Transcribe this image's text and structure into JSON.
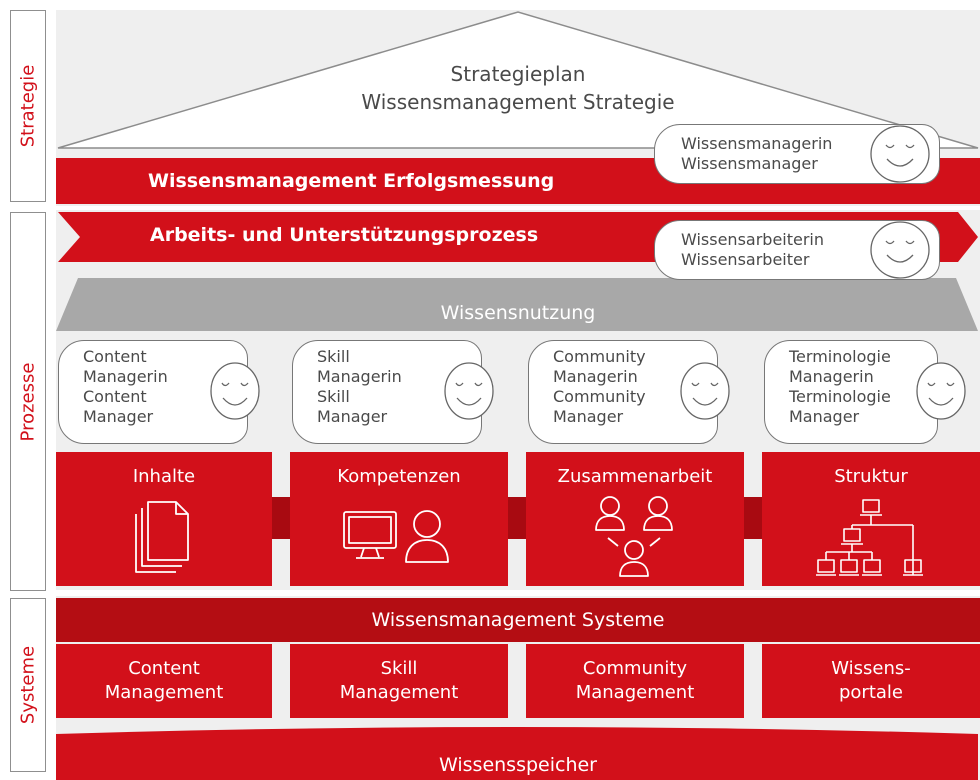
{
  "side_labels": {
    "strategy": "Strategie",
    "processes": "Prozesse",
    "systems": "Systeme"
  },
  "strategy": {
    "plan_line1": "Strategieplan",
    "plan_line2": "Wissensmanagement Strategie",
    "success_bar": "Wissensmanagement Erfolgsmessung",
    "manager_bubble": [
      "Wissensmanagerin",
      "Wissensmanager"
    ]
  },
  "processes": {
    "arrow_bar": "Arbeits- und Unterstützungsprozess",
    "worker_bubble": [
      "Wissensarbeiterin",
      "Wissensarbeiter"
    ],
    "usage_bar": "Wissensnutzung",
    "roles": [
      [
        "Content",
        "Managerin",
        "Content",
        "Manager"
      ],
      [
        "Skill",
        "Managerin",
        "Skill",
        "Manager"
      ],
      [
        "Community",
        "Managerin",
        "Community",
        "Manager"
      ],
      [
        "Terminologie",
        "Managerin",
        "Terminologie",
        "Manager"
      ]
    ],
    "categories": [
      {
        "title": "Inhalte",
        "icon": "documents-icon"
      },
      {
        "title": "Kompetenzen",
        "icon": "monitor-person-icon"
      },
      {
        "title": "Zusammenarbeit",
        "icon": "people-network-icon"
      },
      {
        "title": "Struktur",
        "icon": "computer-network-icon"
      }
    ]
  },
  "systems": {
    "header": "Wissensmanagement Systeme",
    "boxes": [
      [
        "Content",
        "Management"
      ],
      [
        "Skill",
        "Management"
      ],
      [
        "Community",
        "Management"
      ],
      [
        "Wissens-",
        "portale"
      ]
    ],
    "storage": "Wissensspeicher"
  },
  "colors": {
    "red": "#d2101a",
    "dark_red": "#b40d13",
    "gray_band": "#a8a8a8",
    "background": "#efefef"
  }
}
